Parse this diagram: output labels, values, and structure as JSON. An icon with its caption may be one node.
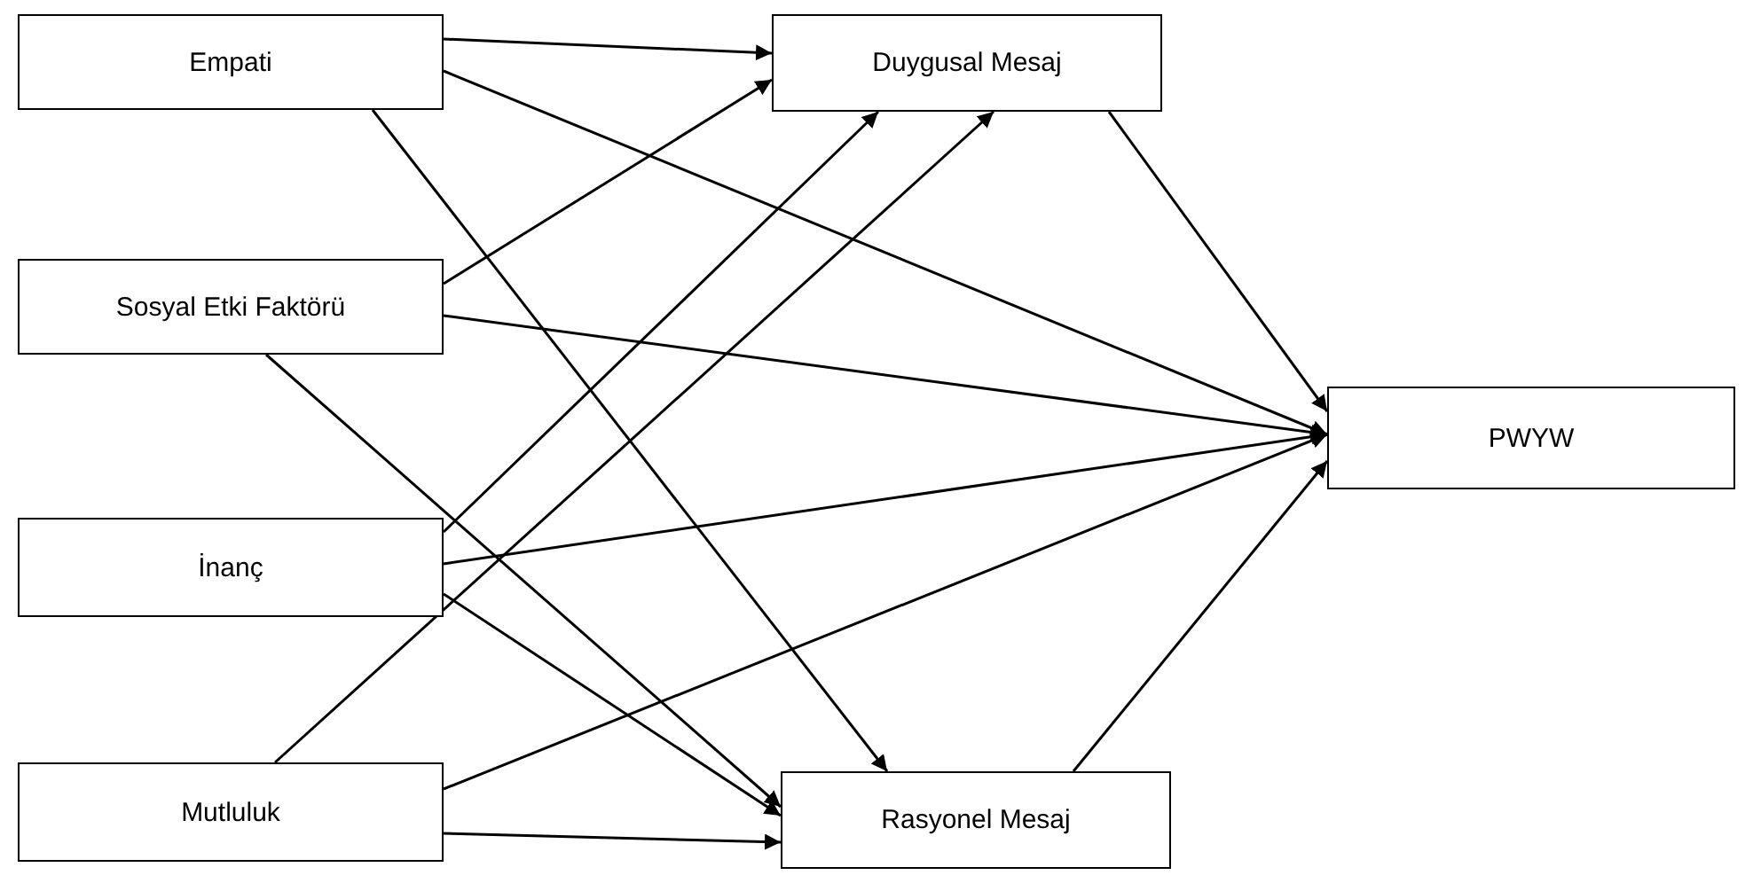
{
  "diagram": {
    "nodes": [
      {
        "text": [
          "Empati"
        ]
      },
      {
        "text": [
          "Sosyal Etki Faktörü"
        ]
      },
      {
        "text": [
          "İnanç"
        ]
      },
      {
        "text": [
          "Mutluluk"
        ]
      },
      {
        "text": [
          "Duygusal Mesaj"
        ]
      },
      {
        "text": [
          "Rasyonel Mesaj"
        ]
      },
      {
        "text": [
          "PWYW"
        ]
      }
    ],
    "edges": [
      {
        "from": 0,
        "to": 4,
        "arrow": "to"
      },
      {
        "from": 0,
        "to": 6,
        "arrow": "to"
      },
      {
        "from": 0,
        "to": 5,
        "arrow": "to"
      },
      {
        "from": 1,
        "to": 4,
        "arrow": "to"
      },
      {
        "from": 1,
        "to": 6,
        "arrow": "to"
      },
      {
        "from": 1,
        "to": 5,
        "arrow": "to"
      },
      {
        "from": 2,
        "to": 4,
        "arrow": "to"
      },
      {
        "from": 2,
        "to": 6,
        "arrow": "to"
      },
      {
        "from": 2,
        "to": 5,
        "arrow": "to"
      },
      {
        "from": 3,
        "to": 4,
        "arrow": "to"
      },
      {
        "from": 3,
        "to": 6,
        "arrow": "to"
      },
      {
        "from": 3,
        "to": 5,
        "arrow": "to"
      },
      {
        "from": 4,
        "to": 6,
        "arrow": "to"
      },
      {
        "from": 5,
        "to": 6,
        "arrow": "to"
      }
    ]
  }
}
